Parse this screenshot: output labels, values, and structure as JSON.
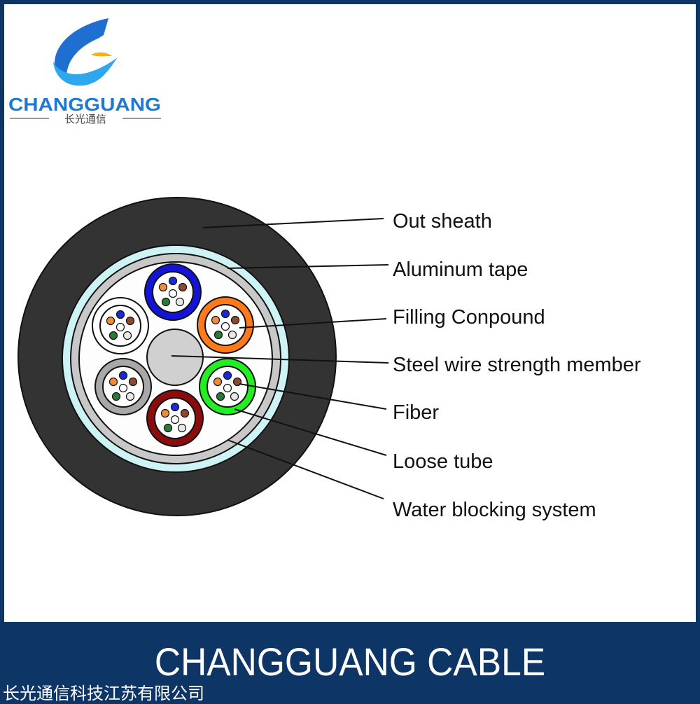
{
  "logo": {
    "brand": "CHANGGUANG",
    "subtitle": "长光通信"
  },
  "labels": [
    "Out sheath",
    "Aluminum tape",
    "Filling Conpound",
    "Steel wire strength member",
    "Fiber",
    "Loose tube",
    "Water blocking system"
  ],
  "footer": {
    "title": "CHANGGUANG CABLE",
    "company": "长光通信科技江苏有限公司"
  },
  "colors": {
    "navy": "#0d3566",
    "sheath": "#333333",
    "water_blocking": "#cdf3f5",
    "aluminum": "#c8c8c8",
    "steel": "#d0d0d0",
    "tubes": [
      "#1414d8",
      "#ff7a1a",
      "#22ee22",
      "#8b0c0c",
      "#a8a8a8",
      "#ffffff"
    ]
  }
}
